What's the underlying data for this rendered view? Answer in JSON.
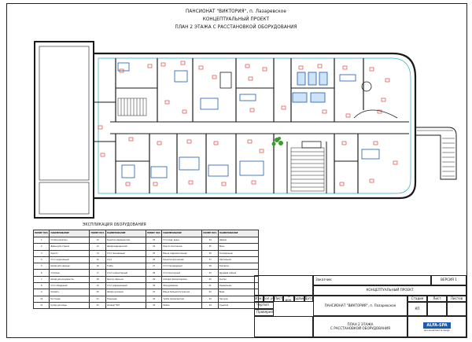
{
  "header": {
    "line1": "ПАНСИОНАТ \"ВИКТОРИЯ\", п. Лазаревское",
    "line2": "КОНЦЕПТУАЛЬНЫЙ ПРОЕКТ",
    "line3": "ПЛАН 2 ЭТАЖА С РАССТАНОВКОЙ ОБОРУДОВАНИЯ"
  },
  "legend": {
    "title": "ЭКСПЛИКАЦИЯ ОБОРУДОВАНИЯ",
    "col_num": "НОМЕР ПОЗ.",
    "col_name": "НАИМЕНОВАНИЕ",
    "rows": [
      [
        [
          "1",
          "Стойка ресепшн"
        ],
        [
          "12",
          "Кушетка медицинская"
        ],
        [
          "23",
          "Стул мед. вращ."
        ],
        [
          "34",
          "Ширма"
        ]
      ],
      [
        [
          "2",
          "Диван для отдыха"
        ],
        [
          "13",
          "Шкаф медицинский"
        ],
        [
          "24",
          "Кресло массажное"
        ],
        [
          "35",
          "Весы"
        ]
      ],
      [
        [
          "3",
          "Кресло"
        ],
        [
          "14",
          "Стол письменный"
        ],
        [
          "25",
          "Ванна гидромассажная"
        ],
        [
          "36",
          "Холодильник"
        ]
      ],
      [
        [
          "4",
          "Стол журнальный"
        ],
        [
          "15",
          "Стул"
        ],
        [
          "26",
          "Кушетка массажная"
        ],
        [
          "37",
          "Светильник"
        ]
      ],
      [
        [
          "5",
          "Шкаф для одежды"
        ],
        [
          "16",
          "Тумба"
        ],
        [
          "27",
          "Стол процедурный"
        ],
        [
          "38",
          "Раковина"
        ]
      ],
      [
        [
          "6",
          "Стеллаж"
        ],
        [
          "17",
          "Стол компьютерный"
        ],
        [
          "28",
          "Стол массажный"
        ],
        [
          "39",
          "Душевая кабина"
        ]
      ],
      [
        [
          "7",
          "Шкаф для документов"
        ],
        [
          "18",
          "Кресло офисное"
        ],
        [
          "29",
          "Аппарат физиотерапии"
        ],
        [
          "40",
          "Унитаз"
        ]
      ],
      [
        [
          "8",
          "Стол обеденный"
        ],
        [
          "19",
          "Стол операционный"
        ],
        [
          "30",
          "Оборудование"
        ],
        [
          "41",
          "Умывальник"
        ]
      ],
      [
        [
          "9",
          "Кровать"
        ],
        [
          "20",
          "Шкаф кухонный"
        ],
        [
          "31",
          "Ванна бальнеологическая"
        ],
        [
          "42",
          "Биде"
        ]
      ],
      [
        [
          "10",
          "Ростомер"
        ],
        [
          "21",
          "Тренажер"
        ],
        [
          "32",
          "Тумба прикроватная"
        ],
        [
          "43",
          "Писсуар"
        ]
      ],
      [
        [
          "11",
          "Кулер для воды"
        ],
        [
          "22",
          "Аппарат ЭКГ"
        ],
        [
          "33",
          "Мойка"
        ],
        [
          "44",
          "Сушилка"
        ]
      ]
    ]
  },
  "stamp": {
    "code": "Заказчик:",
    "version": "ВЕРСИЯ 1",
    "project": "КОНЦЕПТУАЛЬНЫЙ ПРОЕКТ",
    "object": "ПАНСИОНАТ \"ВИКТОРИЯ\", п. Лазаревское",
    "sheet_title_1": "ПЛАН 2 ЭТАЖА",
    "sheet_title_2": "С РАССТАНОВКОЙ ОБОРУДОВАНИЯ",
    "izm": "Изм.",
    "kol": "Кол.уч",
    "list": "Лист",
    "ndoc": "N док.",
    "podp": "Подпись",
    "data": "Дата",
    "chertil": "Чертил",
    "proveril": "Проверил",
    "stadia": "Стадия",
    "list2": "Лист",
    "listov": "Листов",
    "stage_val": "КП",
    "brand": "ALFA-SPA",
    "brand_sub": "spa equipment & design"
  },
  "colors": {
    "line": "#1a1a1a",
    "accent": "#2aa9d0",
    "red": "#d62a2a",
    "blue": "#1e5bb0",
    "green": "#3c9a2e"
  }
}
